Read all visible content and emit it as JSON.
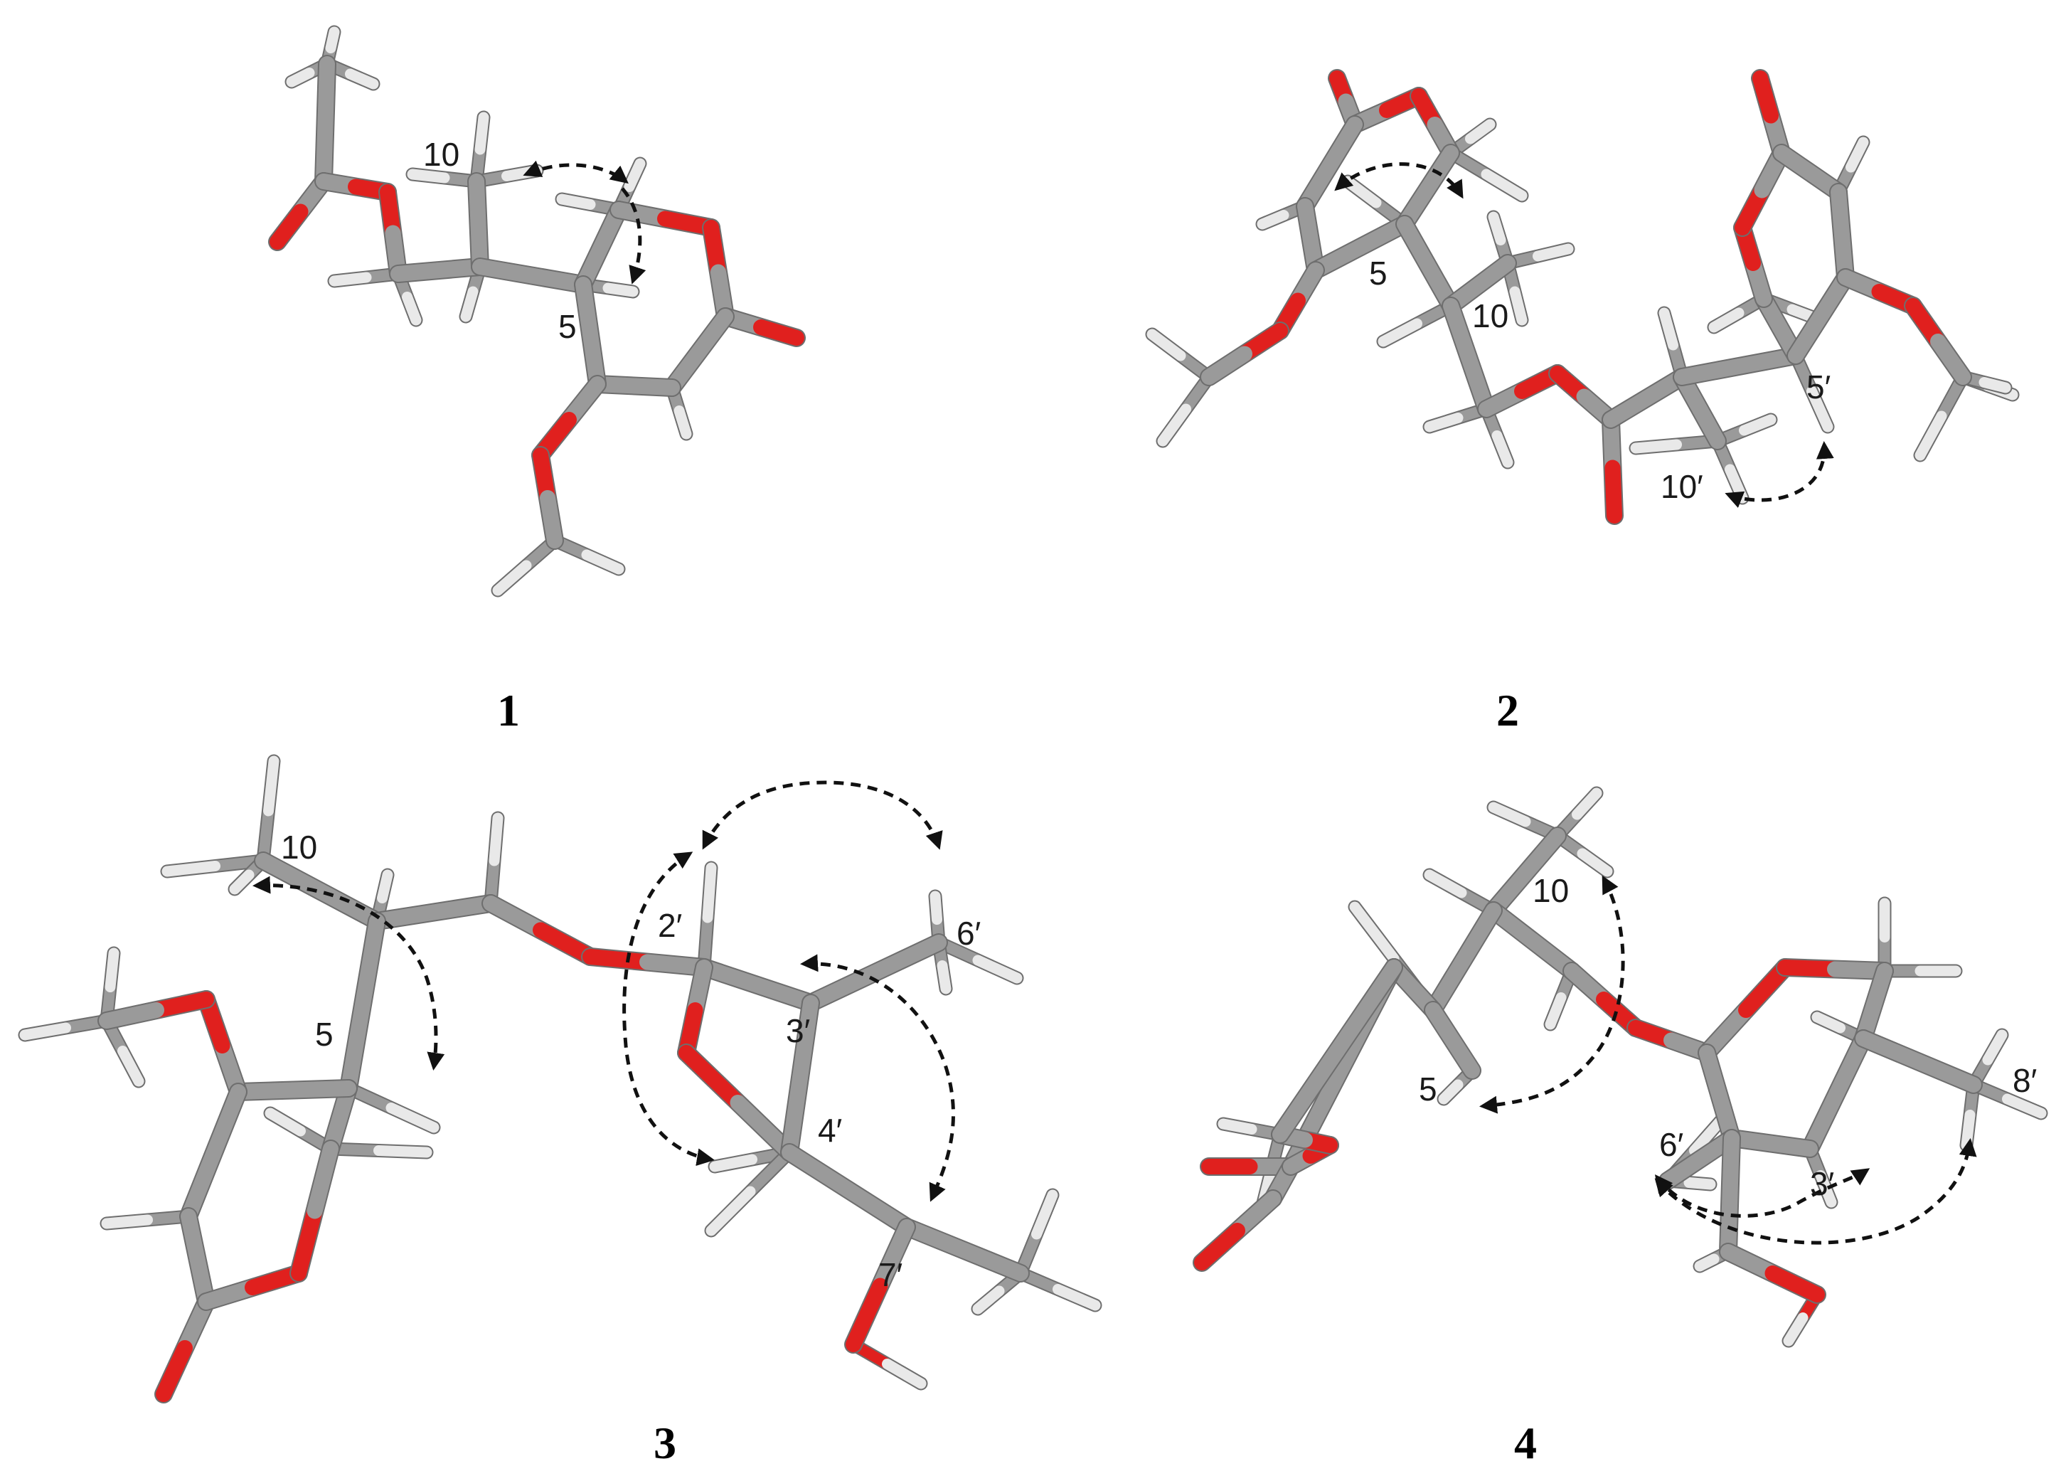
{
  "colors": {
    "carbon": "#9a9a9a",
    "carbon_shade": "#6e6e6e",
    "oxygen": "#e0201e",
    "hydrogen": "#e9e9e9",
    "noe_arrow": "#111111"
  },
  "structures": [
    {
      "compound_label": "1",
      "atom_labels": {
        "a0": "10",
        "a1": "5"
      }
    },
    {
      "compound_label": "2",
      "atom_labels": {
        "a0": "5",
        "a1": "10",
        "a2": "5′",
        "a3": "10′"
      }
    },
    {
      "compound_label": "3",
      "atom_labels": {
        "a0": "10",
        "a1": "5",
        "a2": "2′",
        "a3": "3′",
        "a4": "6′",
        "a5": "4′",
        "a6": "7′"
      }
    },
    {
      "compound_label": "4",
      "atom_labels": {
        "a0": "10",
        "a1": "5",
        "a2": "6′",
        "a3": "3′",
        "a4": "8′"
      }
    }
  ]
}
